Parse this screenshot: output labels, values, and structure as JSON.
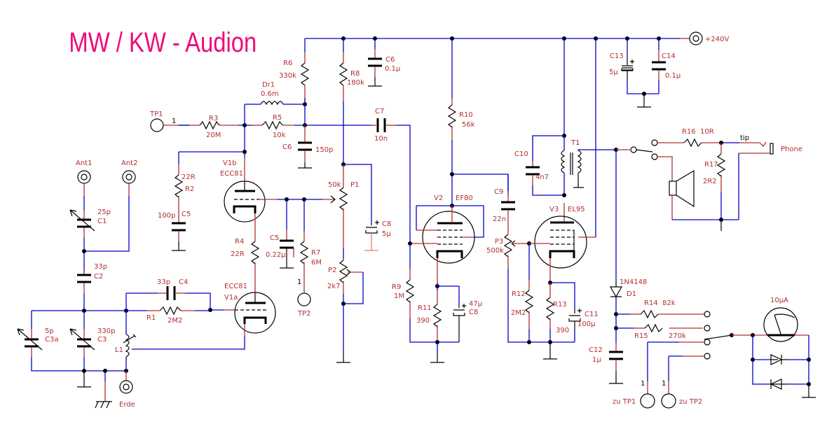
{
  "title": "MW / KW - Audion",
  "supply": {
    "label": "+240V"
  },
  "components": {
    "R1": {
      "ref": "R1",
      "value": "2M2"
    },
    "R2": {
      "ref": "R2",
      "value": "22R"
    },
    "R3": {
      "ref": "R3",
      "value": "20M"
    },
    "R4": {
      "ref": "R4",
      "value": "22R"
    },
    "R5": {
      "ref": "R5",
      "value": "10k"
    },
    "R6": {
      "ref": "R6",
      "value": "330k"
    },
    "R7": {
      "ref": "R7",
      "value": "6M"
    },
    "R8": {
      "ref": "R8",
      "value": "180k"
    },
    "R9": {
      "ref": "R9",
      "value": "1M"
    },
    "R10": {
      "ref": "R10",
      "value": "56k"
    },
    "R11": {
      "ref": "R11",
      "value": "390"
    },
    "R12": {
      "ref": "R12",
      "value": "2M2"
    },
    "R13": {
      "ref": "R13",
      "value": "390"
    },
    "R14": {
      "ref": "R14",
      "value": "82k"
    },
    "R15": {
      "ref": "R15",
      "value": "270k"
    },
    "R16": {
      "ref": "R16",
      "value": "10R"
    },
    "R17": {
      "ref": "R17",
      "value": "2R2"
    },
    "C1": {
      "ref": "C1",
      "value": "25p"
    },
    "C2": {
      "ref": "C2",
      "value": "33p"
    },
    "C3": {
      "ref": "C3",
      "value": "330p"
    },
    "C3a": {
      "ref": "C3a",
      "value": "5p"
    },
    "C4": {
      "ref": "C4",
      "value": "33p"
    },
    "C5a": {
      "ref": "C5",
      "value": "100p"
    },
    "C5b": {
      "ref": "C5",
      "value": "0.22µ"
    },
    "C6a": {
      "ref": "C6",
      "value": "0.1µ"
    },
    "C6b": {
      "ref": "C6",
      "value": "150p"
    },
    "C7": {
      "ref": "C7",
      "value": "10n"
    },
    "C8a": {
      "ref": "C8",
      "value": "5µ"
    },
    "C8b": {
      "ref": "C8",
      "value": "47µ"
    },
    "C9": {
      "ref": "C9",
      "value": "22n"
    },
    "C10": {
      "ref": "C10",
      "value": "4n7"
    },
    "C11": {
      "ref": "C11",
      "value": "100µ"
    },
    "C12": {
      "ref": "C12",
      "value": "1µ"
    },
    "C13": {
      "ref": "C13",
      "value": "5µ"
    },
    "C14": {
      "ref": "C14",
      "value": "0.1µ"
    },
    "P1": {
      "ref": "P1",
      "value": "50k"
    },
    "P2": {
      "ref": "P2",
      "value": "2k7"
    },
    "P3": {
      "ref": "P3",
      "value": "500k"
    },
    "Dr1": {
      "ref": "Dr1",
      "value": "0.6m"
    },
    "L1": {
      "ref": "L1"
    },
    "T1": {
      "ref": "T1"
    },
    "D1": {
      "ref": "D1",
      "value": "1N4148"
    },
    "V1a": {
      "ref": "V1a",
      "type": "ECC81"
    },
    "V1b": {
      "ref": "V1b",
      "type": "ECC81"
    },
    "V2": {
      "ref": "V2",
      "type": "EF80"
    },
    "V3": {
      "ref": "V3",
      "type": "EL95"
    },
    "meter": {
      "value": "10µA"
    }
  },
  "connectors": {
    "ant1": "Ant1",
    "ant2": "Ant2",
    "erde": "Erde",
    "tp1": "TP1",
    "tp2": "TP2",
    "tp_pin": "1",
    "zu_tp1": "zu TP1",
    "zu_tp2": "zu TP2",
    "tip": "tip",
    "phone": "Phone"
  }
}
